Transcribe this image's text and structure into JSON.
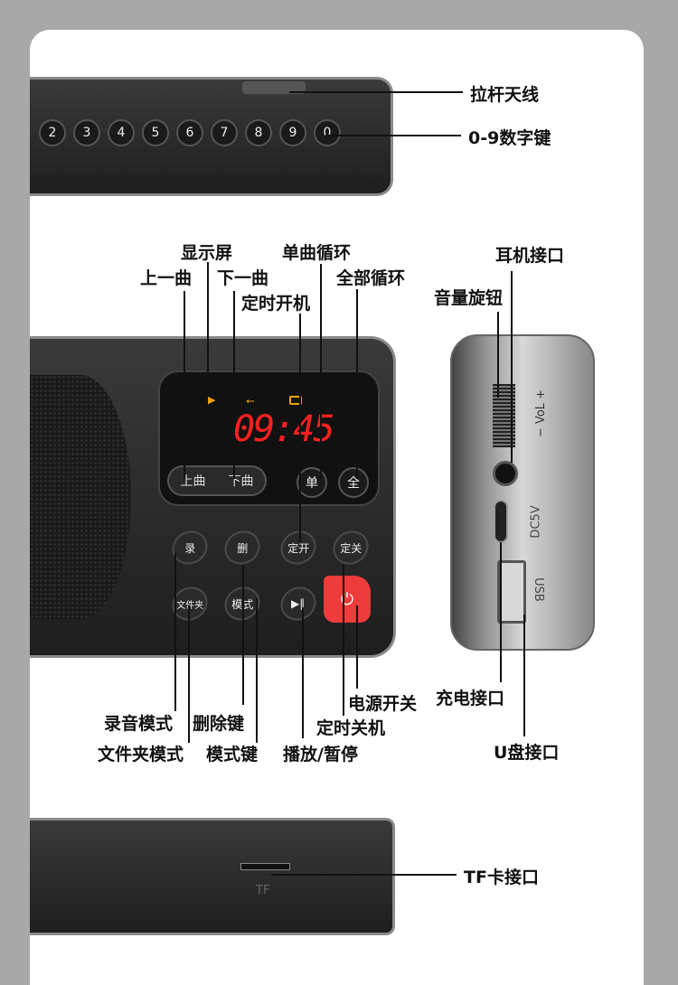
{
  "labels": {
    "antenna": "拉杆天线",
    "number_keys": "0-9数字键",
    "display": "显示屏",
    "single_loop": "单曲循环",
    "earphone": "耳机接口",
    "prev": "上一曲",
    "next": "下一曲",
    "all_loop": "全部循环",
    "timer_on": "定时开机",
    "volume_knob": "音量旋钮",
    "power_switch": "电源开关",
    "charge_port": "充电接口",
    "record_mode": "录音模式",
    "delete_key": "删除键",
    "timer_off": "定时关机",
    "folder_mode": "文件夹模式",
    "mode_key": "模式键",
    "play_pause": "播放/暂停",
    "usb_port": "U盘接口",
    "tf_port": "TF卡接口"
  },
  "device": {
    "number_keys": [
      "2",
      "3",
      "4",
      "5",
      "6",
      "7",
      "8",
      "9",
      "0"
    ],
    "clock": "09:45",
    "buttons": {
      "prev": "上曲",
      "next": "下曲",
      "single": "单",
      "all": "全",
      "record": "录",
      "delete": "删",
      "timer_on": "定开",
      "timer_off": "定关",
      "folder": "文件夹",
      "mode": "模式"
    },
    "side_text": {
      "volume": "− VoL +",
      "dc": "DC5V",
      "usb": "USB"
    },
    "tf_text": "TF"
  },
  "colors": {
    "led": "#ff2020",
    "icon": "#f5a010",
    "power": "#ee3b3b"
  }
}
